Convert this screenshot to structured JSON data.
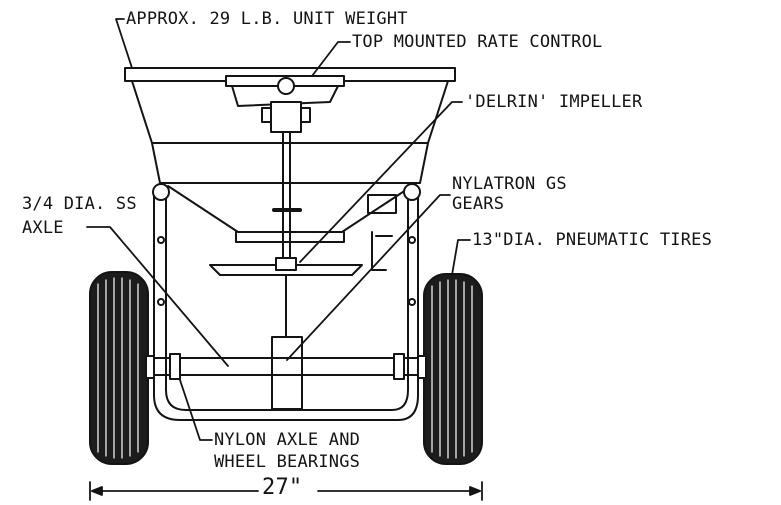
{
  "colors": {
    "ink": "#141414",
    "paper": "#ffffff",
    "tire": "#1c1c1c"
  },
  "labels": {
    "unit_weight": "APPROX. 29 L.B. UNIT WEIGHT",
    "rate_control": "TOP MOUNTED RATE CONTROL",
    "impeller": "'DELRIN' IMPELLER",
    "axle_line1": "3/4 DIA. SS",
    "axle_line2": "AXLE",
    "gears_line1": "NYLATRON GS",
    "gears_line2": "GEARS",
    "tires": "13\"DIA. PNEUMATIC TIRES",
    "bearings_line1": "NYLON AXLE AND",
    "bearings_line2": "WHEEL BEARINGS",
    "width": "27\""
  }
}
